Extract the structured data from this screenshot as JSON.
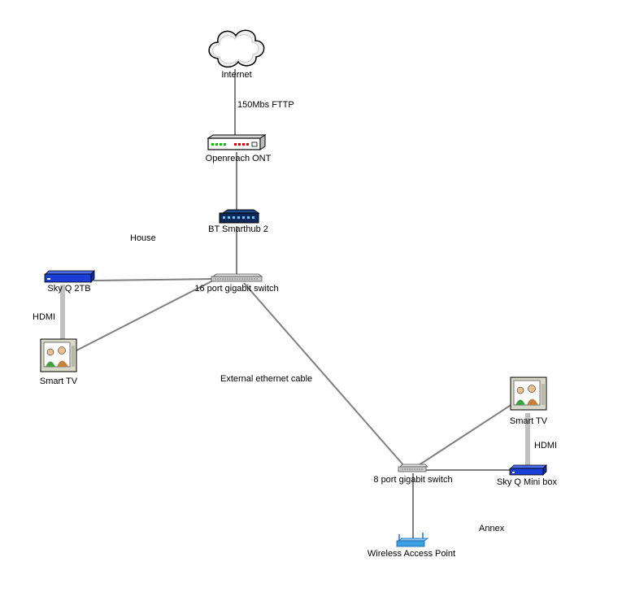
{
  "nodes": {
    "internet": {
      "label": "Internet",
      "icon": "cloud-icon"
    },
    "ont": {
      "label": "Openreach ONT",
      "icon": "modem-icon"
    },
    "hub": {
      "label": "BT Smarthub 2",
      "icon": "router-icon"
    },
    "switch16": {
      "label": "16 port gigabit switch",
      "icon": "switch-icon"
    },
    "skyq": {
      "label": "Sky Q 2TB",
      "icon": "set-top-box-icon"
    },
    "tv_house": {
      "label": "Smart TV",
      "icon": "tv-icon"
    },
    "switch8": {
      "label": "8 port gigabit switch",
      "icon": "switch-icon"
    },
    "wap": {
      "label": "Wireless Access Point",
      "icon": "access-point-icon"
    },
    "tv_annex": {
      "label": "Smart TV",
      "icon": "tv-icon"
    },
    "skyqmini": {
      "label": "Sky Q Mini box",
      "icon": "set-top-box-icon"
    }
  },
  "link_labels": {
    "fttp": "150Mbs FTTP",
    "hdmi_house": "HDMI",
    "external_cable": "External ethernet cable",
    "hdmi_annex": "HDMI"
  },
  "zones": {
    "house": "House",
    "annex": "Annex"
  },
  "colors": {
    "fiber_link": "#000000",
    "ethernet_link": "#808080",
    "hdmi_link": "#c0c0c0",
    "set_top_box": "#1a3fd6",
    "router": "#0a2a5a"
  }
}
